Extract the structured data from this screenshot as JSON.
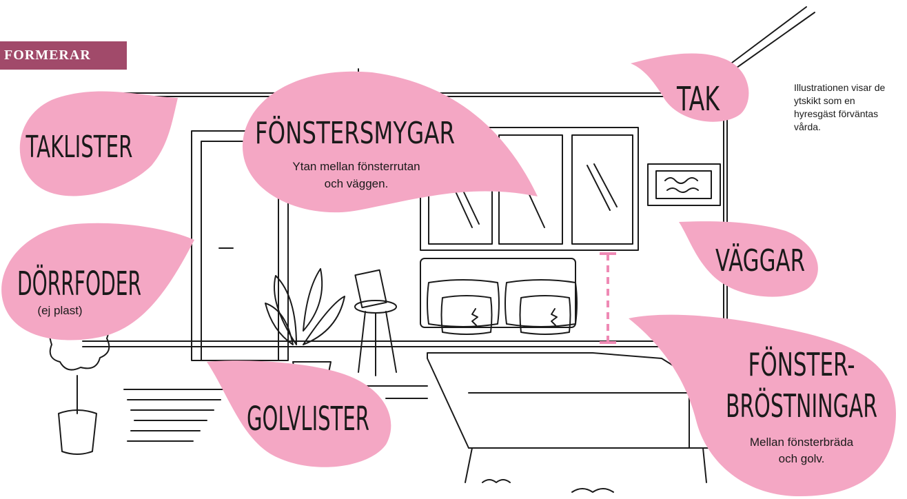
{
  "colors": {
    "bubble": "#f4a7c4",
    "tag": "#a14a6a",
    "line": "#1a1a1a",
    "measure": "#ef8ab5"
  },
  "tag_label": "FORMERAR",
  "note": "Illustrationen visar de ytskikt som en hyresgäst förväntas vårda.",
  "labels": {
    "taklister": {
      "title": "TAKLISTER"
    },
    "fonstersmygar": {
      "title": "FÖNSTERSMYGAR",
      "desc_line1": "Ytan mellan fönsterrutan",
      "desc_line2": "och väggen."
    },
    "tak": {
      "title": "TAK"
    },
    "dorrfoder": {
      "title": "DÖRRFODER",
      "desc": "(ej plast)"
    },
    "vaggar": {
      "title": "VÄGGAR"
    },
    "golvlister": {
      "title": "GOLVLISTER"
    },
    "fonsterbrostningar": {
      "title_line1": "FÖNSTER-",
      "title_line2": "BRÖSTNINGAR",
      "desc_line1": "Mellan fönsterbräda",
      "desc_line2": "och golv."
    }
  }
}
